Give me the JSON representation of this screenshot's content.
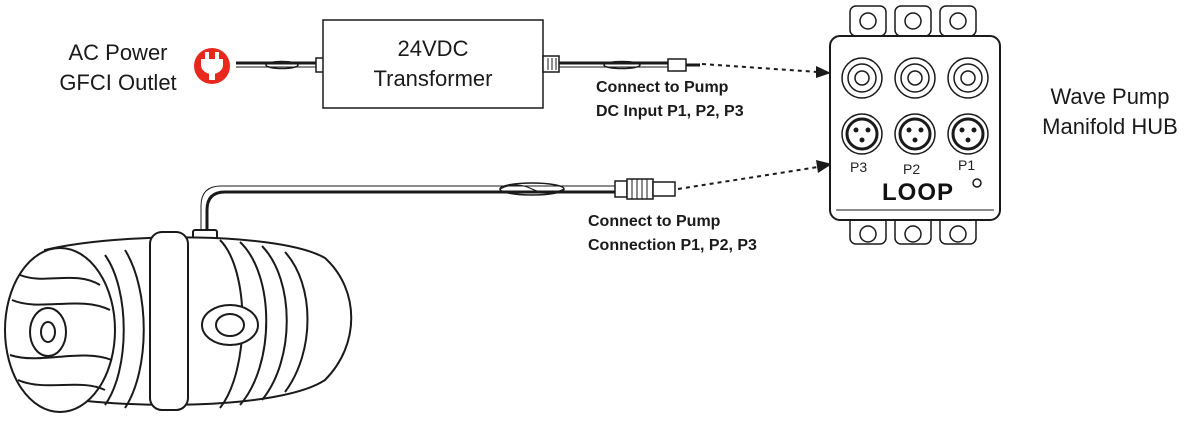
{
  "ac_power": {
    "line1": "AC Power",
    "line2": "GFCI Outlet"
  },
  "transformer": {
    "line1": "24VDC",
    "line2": "Transformer"
  },
  "dc_connect": {
    "line1": "Connect to Pump",
    "line2": "DC Input P1, P2, P3"
  },
  "pump_connect": {
    "line1": "Connect to Pump",
    "line2": "Connection P1, P2, P3"
  },
  "hub_label": {
    "line1": "Wave Pump",
    "line2": "Manifold HUB"
  },
  "hub": {
    "logo": "LOOP",
    "ports": [
      "P3",
      "P2",
      "P1"
    ]
  },
  "colors": {
    "plug_red": "#e8281c",
    "line": "#1a1a1a"
  }
}
